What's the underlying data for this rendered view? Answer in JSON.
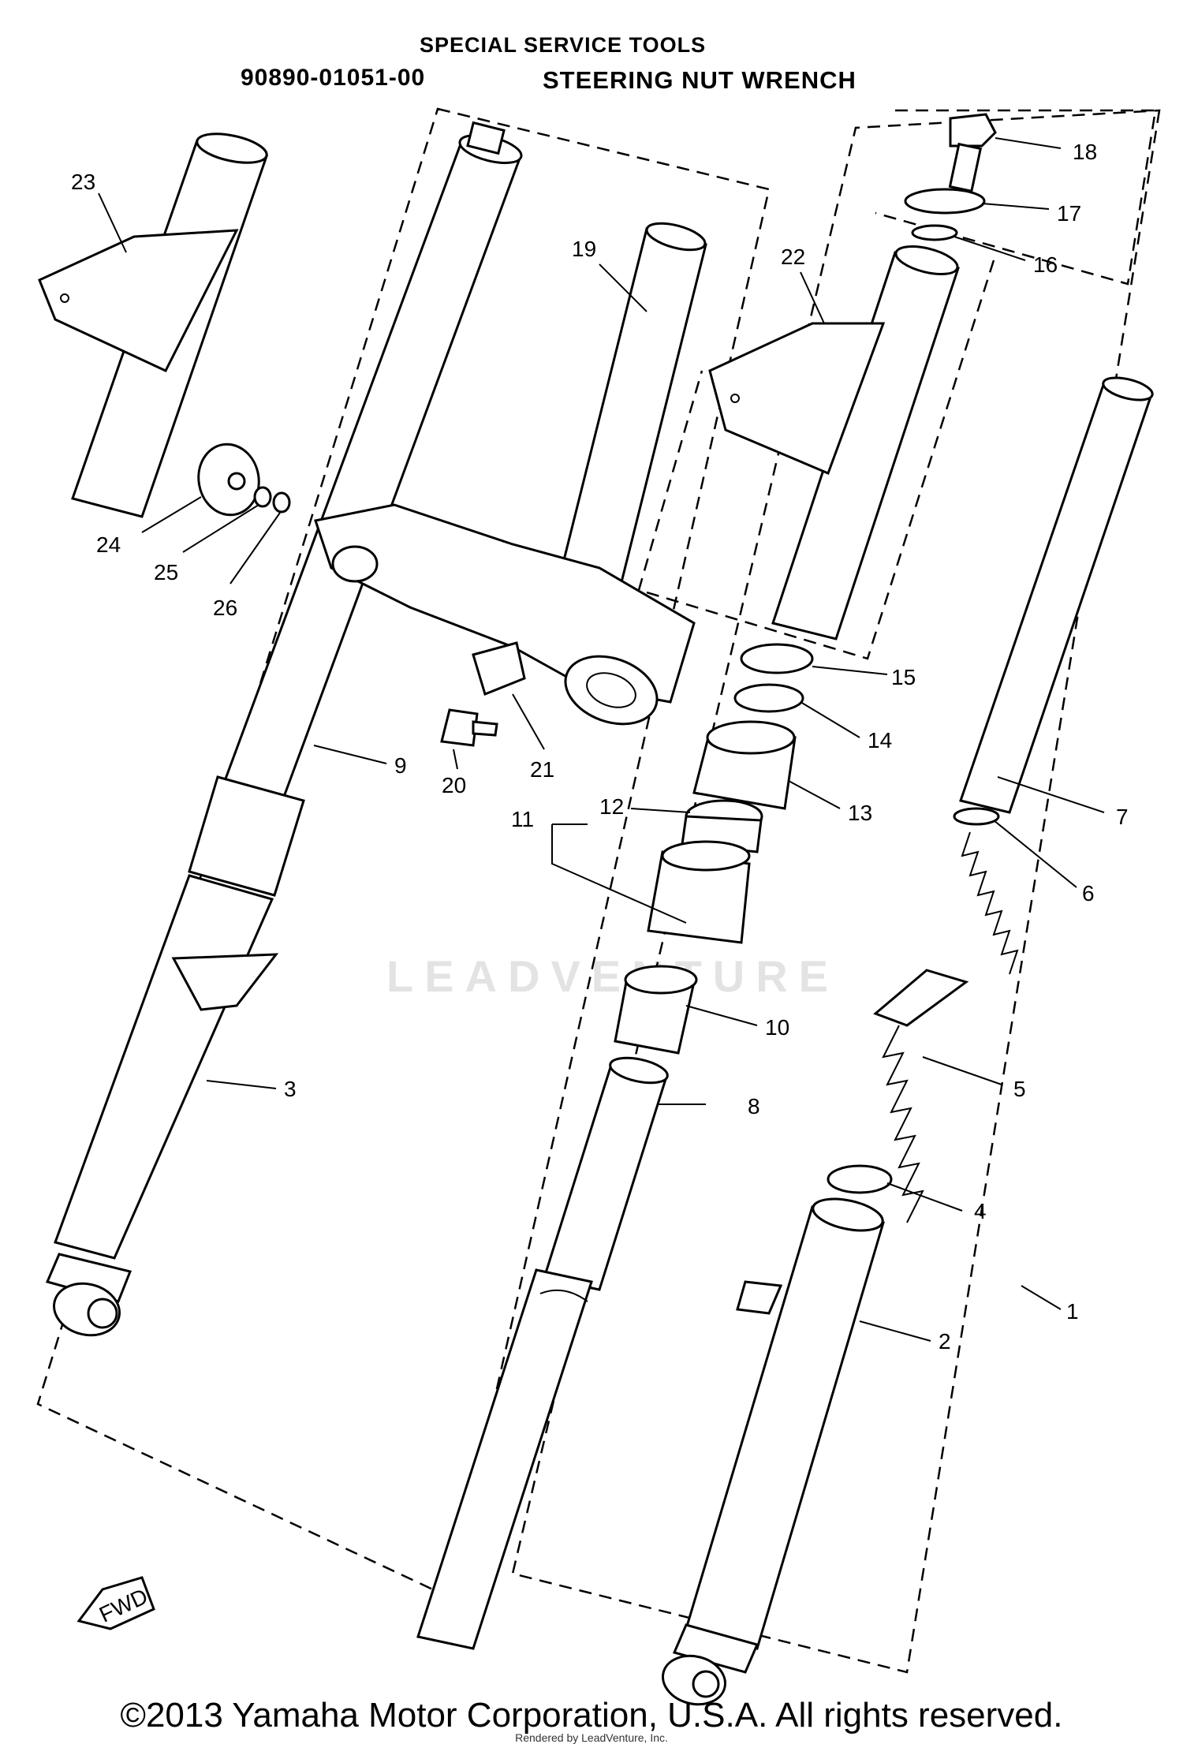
{
  "header": {
    "title": "SPECIAL SERVICE TOOLS",
    "tool_number": "90890-01051-00",
    "tool_name": "STEERING NUT WRENCH"
  },
  "callouts": [
    {
      "id": "1",
      "label": "1"
    },
    {
      "id": "2",
      "label": "2"
    },
    {
      "id": "3",
      "label": "3"
    },
    {
      "id": "4",
      "label": "4"
    },
    {
      "id": "5",
      "label": "5"
    },
    {
      "id": "6",
      "label": "6"
    },
    {
      "id": "7",
      "label": "7"
    },
    {
      "id": "8",
      "label": "8"
    },
    {
      "id": "9",
      "label": "9"
    },
    {
      "id": "10",
      "label": "10"
    },
    {
      "id": "11",
      "label": "11"
    },
    {
      "id": "12",
      "label": "12"
    },
    {
      "id": "13",
      "label": "13"
    },
    {
      "id": "14",
      "label": "14"
    },
    {
      "id": "15",
      "label": "15"
    },
    {
      "id": "16",
      "label": "16"
    },
    {
      "id": "17",
      "label": "17"
    },
    {
      "id": "18",
      "label": "18"
    },
    {
      "id": "19",
      "label": "19"
    },
    {
      "id": "20",
      "label": "20"
    },
    {
      "id": "21",
      "label": "21"
    },
    {
      "id": "22",
      "label": "22"
    },
    {
      "id": "23",
      "label": "23"
    },
    {
      "id": "24",
      "label": "24"
    },
    {
      "id": "25",
      "label": "25"
    },
    {
      "id": "26",
      "label": "26"
    }
  ],
  "fwd_arrow": {
    "label": "FWD"
  },
  "watermark": "LEADVENTURE",
  "footer": {
    "copyright": "©2013 Yamaha Motor Corporation, U.S.A. All rights reserved.",
    "rendered_by": "Rendered by LeadVenture, Inc."
  }
}
